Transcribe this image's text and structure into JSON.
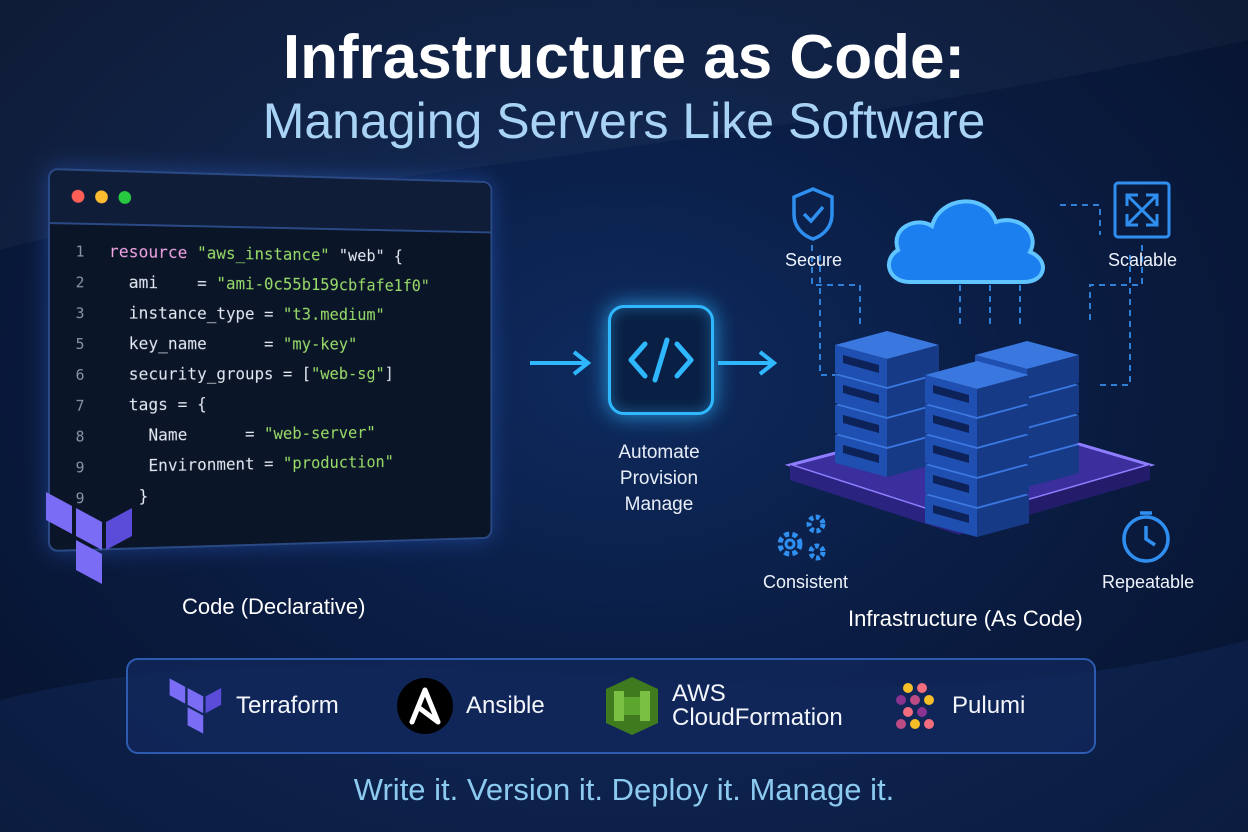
{
  "title": {
    "line1": "Infrastructure as Code:",
    "line2": "Managing Servers Like Software"
  },
  "code_panel": {
    "lines": [
      {
        "num": "1",
        "parts": [
          {
            "t": "resource ",
            "c": "kw"
          },
          {
            "t": "\"aws_instance\"",
            "c": "str"
          },
          {
            "t": " \"web\" {",
            "c": ""
          }
        ]
      },
      {
        "num": "2",
        "parts": [
          {
            "t": "  ami    = ",
            "c": ""
          },
          {
            "t": "\"ami-0c55b159cbfafe1f0\"",
            "c": "str"
          }
        ]
      },
      {
        "num": "3",
        "parts": [
          {
            "t": "  instance_type = ",
            "c": ""
          },
          {
            "t": "\"t3.medium\"",
            "c": "str"
          }
        ]
      },
      {
        "num": "5",
        "parts": [
          {
            "t": "  key_name      = ",
            "c": ""
          },
          {
            "t": "\"my-key\"",
            "c": "str"
          }
        ]
      },
      {
        "num": "6",
        "parts": [
          {
            "t": "  security_groups = [",
            "c": ""
          },
          {
            "t": "\"web-sg\"",
            "c": "str"
          },
          {
            "t": "]",
            "c": ""
          }
        ]
      },
      {
        "num": "7",
        "parts": [
          {
            "t": "  tags = {",
            "c": ""
          }
        ]
      },
      {
        "num": "8",
        "parts": [
          {
            "t": "    Name      = ",
            "c": ""
          },
          {
            "t": "\"web-server\"",
            "c": "str"
          }
        ]
      },
      {
        "num": "9",
        "parts": [
          {
            "t": "    Environment = ",
            "c": ""
          },
          {
            "t": "\"production\"",
            "c": "str"
          }
        ]
      },
      {
        "num": "9",
        "parts": [
          {
            "t": "   }",
            "c": ""
          }
        ]
      }
    ],
    "caption": "Code (Declarative)"
  },
  "center": {
    "icon": "code-brackets-icon",
    "steps": [
      "Automate",
      "Provision",
      "Manage"
    ]
  },
  "infrastructure": {
    "features": {
      "secure": "Secure",
      "scalable": "Scalable",
      "consistent": "Consistent",
      "repeatable": "Repeatable"
    },
    "caption": "Infrastructure (As Code)"
  },
  "tools": [
    {
      "name": "Terraform",
      "icon": "terraform-icon"
    },
    {
      "name": "Ansible",
      "icon": "ansible-icon"
    },
    {
      "name": "AWS CloudFormation",
      "line1": "AWS",
      "line2": "CloudFormation",
      "icon": "cloudformation-icon"
    },
    {
      "name": "Pulumi",
      "icon": "pulumi-icon"
    }
  ],
  "tagline": "Write it. Version it. Deploy it. Manage it.",
  "colors": {
    "accent": "#2fb8ff",
    "title_sub": "#a9d3f5",
    "string": "#9be06a",
    "keyword": "#f3a7e6",
    "terraform": "#7b6cf6",
    "cloudformation": "#5ca52e"
  }
}
